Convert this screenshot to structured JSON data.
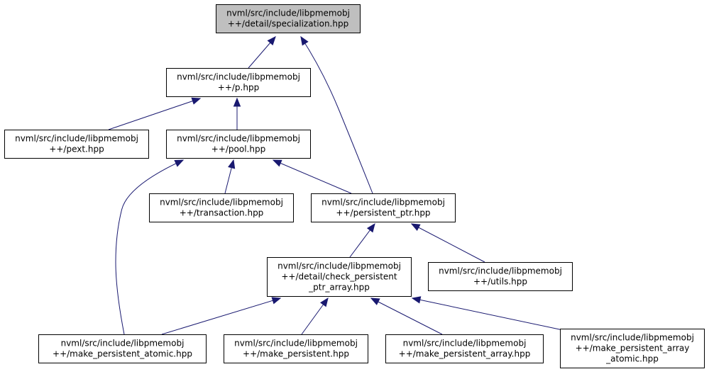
{
  "nodes": [
    {
      "id": "specialization",
      "lines": [
        "nvml/src/include/libpmemobj",
        "++/detail/specialization.hpp"
      ],
      "highlighted": true
    },
    {
      "id": "p",
      "lines": [
        "nvml/src/include/libpmemobj",
        "++/p.hpp"
      ]
    },
    {
      "id": "pext",
      "lines": [
        "nvml/src/include/libpmemobj",
        "++/pext.hpp"
      ]
    },
    {
      "id": "pool",
      "lines": [
        "nvml/src/include/libpmemobj",
        "++/pool.hpp"
      ]
    },
    {
      "id": "transaction",
      "lines": [
        "nvml/src/include/libpmemobj",
        "++/transaction.hpp"
      ]
    },
    {
      "id": "persistent_ptr",
      "lines": [
        "nvml/src/include/libpmemobj",
        "++/persistent_ptr.hpp"
      ]
    },
    {
      "id": "check_persistent_ptr_array",
      "lines": [
        "nvml/src/include/libpmemobj",
        "++/detail/check_persistent",
        "_ptr_array.hpp"
      ]
    },
    {
      "id": "utils",
      "lines": [
        "nvml/src/include/libpmemobj",
        "++/utils.hpp"
      ]
    },
    {
      "id": "make_persistent_atomic",
      "lines": [
        "nvml/src/include/libpmemobj",
        "++/make_persistent_atomic.hpp"
      ]
    },
    {
      "id": "make_persistent",
      "lines": [
        "nvml/src/include/libpmemobj",
        "++/make_persistent.hpp"
      ]
    },
    {
      "id": "make_persistent_array",
      "lines": [
        "nvml/src/include/libpmemobj",
        "++/make_persistent_array.hpp"
      ]
    },
    {
      "id": "make_persistent_array_atomic",
      "lines": [
        "nvml/src/include/libpmemobj",
        "++/make_persistent_array",
        "_atomic.hpp"
      ]
    }
  ],
  "edges": [
    {
      "from": "p",
      "to": "specialization"
    },
    {
      "from": "persistent_ptr",
      "to": "specialization"
    },
    {
      "from": "pext",
      "to": "p"
    },
    {
      "from": "pool",
      "to": "p"
    },
    {
      "from": "transaction",
      "to": "pool"
    },
    {
      "from": "persistent_ptr",
      "to": "pool"
    },
    {
      "from": "make_persistent_atomic",
      "to": "pool"
    },
    {
      "from": "check_persistent_ptr_array",
      "to": "persistent_ptr"
    },
    {
      "from": "utils",
      "to": "persistent_ptr"
    },
    {
      "from": "make_persistent_atomic",
      "to": "check_persistent_ptr_array"
    },
    {
      "from": "make_persistent",
      "to": "check_persistent_ptr_array"
    },
    {
      "from": "make_persistent_array",
      "to": "check_persistent_ptr_array"
    },
    {
      "from": "make_persistent_array_atomic",
      "to": "check_persistent_ptr_array"
    }
  ]
}
